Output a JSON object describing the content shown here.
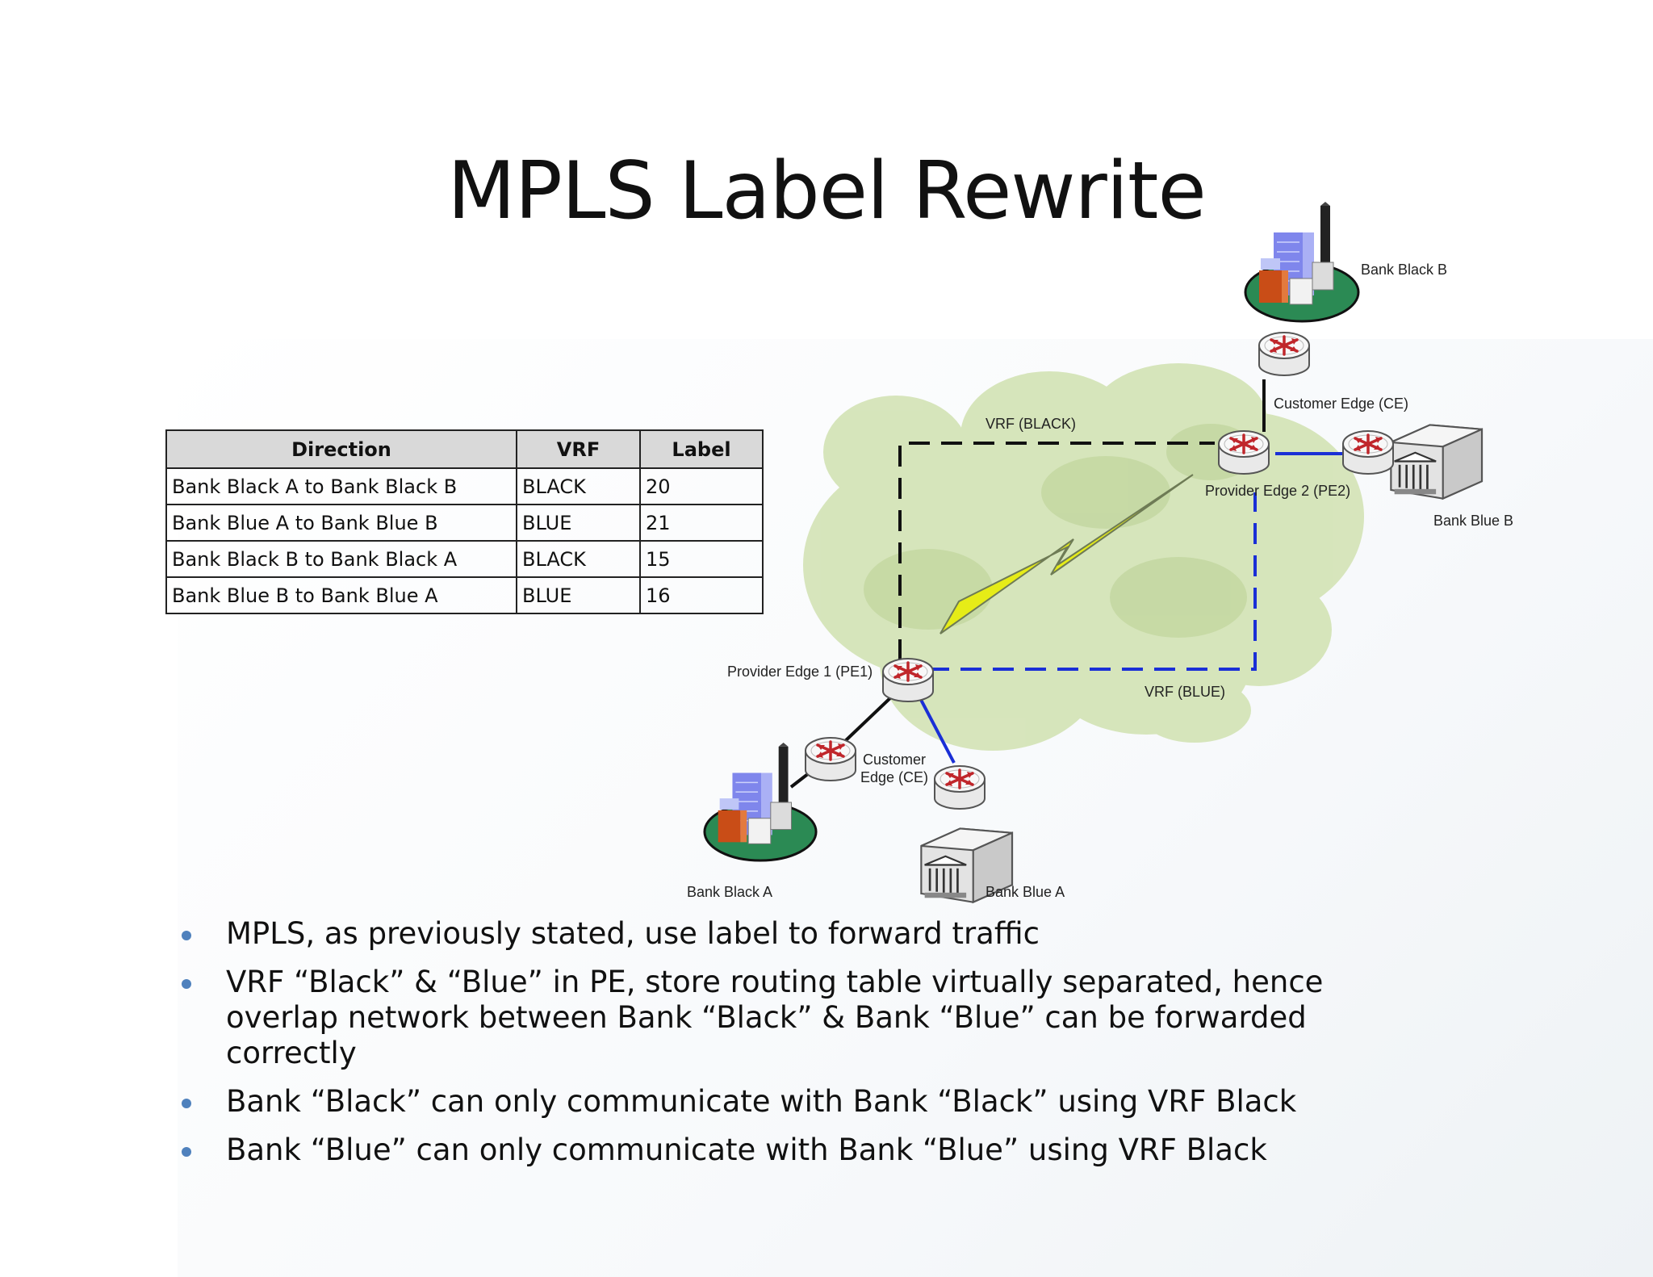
{
  "slide": {
    "title": "MPLS Label Rewrite"
  },
  "table": {
    "headers": [
      "Direction",
      "VRF",
      "Label"
    ],
    "rows": [
      [
        "Bank Black A to Bank Black B",
        "BLACK",
        "20"
      ],
      [
        "Bank Blue A to Bank Blue B",
        "BLUE",
        "21"
      ],
      [
        "Bank Black B to Bank Black A",
        "BLACK",
        "15"
      ],
      [
        "Bank Blue B to Bank Blue A",
        "BLUE",
        "16"
      ]
    ]
  },
  "diagram": {
    "labels": {
      "bank_black_b": "Bank Black B",
      "customer_edge_top": "Customer Edge (CE)",
      "vrf_black": "VRF (BLACK)",
      "pe2": "Provider Edge 2 (PE2)",
      "bank_blue_b": "Bank Blue B",
      "pe1": "Provider Edge 1 (PE1)",
      "vrf_blue": "VRF (BLUE)",
      "customer_edge_bottom_line1": "Customer",
      "customer_edge_bottom_line2": "Edge (CE)",
      "bank_black_a": "Bank Black A",
      "bank_blue_a": "Bank Blue A"
    },
    "colors": {
      "cloud": "#d5e4b8",
      "vrf_black_line": "#111111",
      "vrf_blue_line": "#1a2fd6",
      "router_x": "#c0262b",
      "lightning": "#e6ec17"
    }
  },
  "bullets": [
    "MPLS, as previously stated, use label to forward traffic",
    "VRF “Black” & “Blue” in PE, store routing table virtually separated, hence overlap network between Bank “Black” & Bank “Blue” can be forwarded correctly",
    "Bank “Black” can only communicate with Bank “Black” using VRF Black",
    "Bank “Blue” can only communicate with Bank “Blue” using VRF Black"
  ]
}
